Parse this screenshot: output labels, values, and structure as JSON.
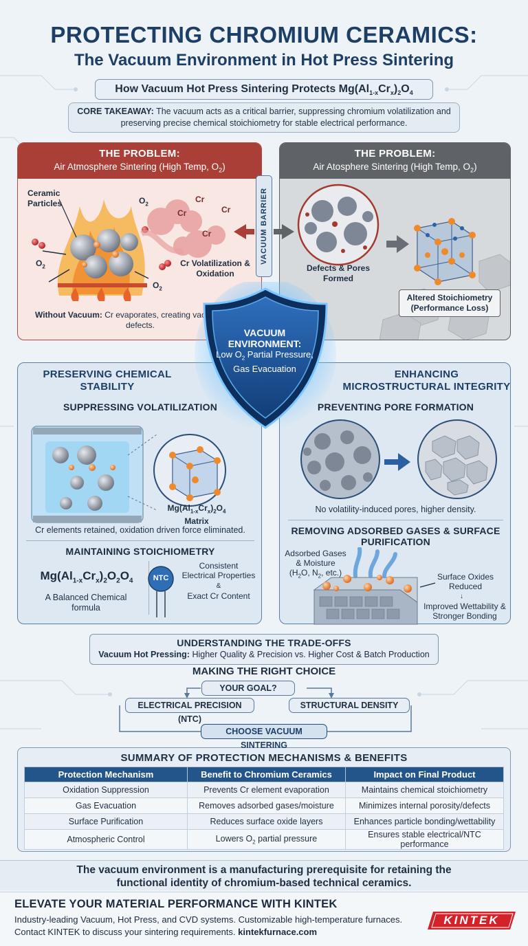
{
  "header": {
    "title": "PROTECTING CHROMIUM CERAMICS:",
    "subtitle": "The Vacuum Environment in Hot Press Sintering",
    "how_prefix": "How Vacuum Hot Press Sintering Protects Mg(Al",
    "how_sub": "1-x",
    "how_mid": "Cr",
    "how_sub2": "x",
    "how_mid2": ")",
    "how_sub3": "2",
    "how_mid3": "O",
    "how_sub4": "4",
    "core_label": "CORE TAKEAWAY:",
    "core_text": "The vacuum acts as a critical barrier, suppressing chromium volatilization and preserving precise chemical stoichiometry for stable electrical performance."
  },
  "problem_left": {
    "title": "THE PROBLEM:",
    "subtitle": "Air Atmosphere Sintering (High Temp, O",
    "subtitle_sub": "2",
    "subtitle_end": ")",
    "ceramic_particles": "Ceramic Particles",
    "o2_a": "O",
    "o2_sub": "2",
    "cr_label": "Cr",
    "volatilization": "Cr Volatilization & Oxidation",
    "without_label": "Without Vacuum:",
    "without_text": "Cr evaporates, creating vacancies and defects."
  },
  "problem_right": {
    "title": "THE PROBLEM:",
    "subtitle": "Air Atosphere Sintering (High Temp, O",
    "subtitle_sub": "2",
    "subtitle_end": ")",
    "defects": "Defects & Pores Formed",
    "altered": "Altered Stoichiometry (Performance Loss)"
  },
  "vacuum_barrier": "VACUUM BARRIER",
  "shield": {
    "line1": "VACUUM ENVIRONMENT:",
    "line2": "Low O",
    "line2_sub": "2",
    "line2_end": " Partial Pressure,",
    "line3": "Gas Evacuation"
  },
  "left_panel": {
    "title": "PRESERVING CHEMICAL STABILITY",
    "section1": "SUPPRESSING VOLATILIZATION",
    "matrix_label": "Mg(Al",
    "matrix_sub": "1-x",
    "matrix_mid": "Cr",
    "matrix_sub2": "x",
    "matrix_end": ")",
    "matrix_sub3": "2",
    "matrix_o": "O",
    "matrix_sub4": "4",
    "matrix_word": "Matrix",
    "retained": "Cr elements retained, oxidation driven force eliminated.",
    "section2": "MAINTAINING STOICHIOMETRY",
    "formula_a": "Mg(Al",
    "formula_sub1": "1-x",
    "formula_b": "Cr",
    "formula_sub2": "x",
    "formula_c": ")",
    "formula_sub3": "2",
    "formula_d": "O",
    "formula_sub4": "2",
    "formula_e": "O",
    "formula_sub5": "4",
    "formula_caption": "A Balanced Chemical formula",
    "ntc": "NTC",
    "consistent": "Consistent Electrical Properties",
    "amp": "&",
    "exact": "Exact Cr Content"
  },
  "right_panel": {
    "title": "ENHANCING MICROSTRUCTURAL INTEGRITY",
    "section1": "PREVENTING PORE FORMATION",
    "no_pores": "No volatility-induced pores, higher density.",
    "section2": "REMOVING ADSORBED GASES & SURFACE PURIFICATION",
    "adsorbed": "Adsorbed Gases & Moisture",
    "adsorbed_formula": "(H",
    "adsorbed_sub": "2",
    "adsorbed_end": "O, N",
    "adsorbed_sub2": "2",
    "adsorbed_end2": ", etc.)",
    "oxides": "Surface Oxides Reduced",
    "wettability": "Improved Wettability & Stronger Bonding"
  },
  "tradeoffs": {
    "title": "UNDERSTANDING THE TRADE-OFFS",
    "label": "Vacuum Hot Pressing:",
    "text": "Higher Quality & Precision vs. Higher Cost & Batch Production"
  },
  "choice": {
    "title": "MAKING THE RIGHT CHOICE",
    "goal": "YOUR GOAL?",
    "option1": "ELECTRICAL PRECISION (NTC)",
    "option2": "STRUCTURAL DENSITY",
    "result": "CHOOSE VACUUM SINTERING"
  },
  "summary": {
    "title": "SUMMARY OF PROTECTION MECHANISMS & BENEFITS",
    "headers": [
      "Protection Mechanism",
      "Benefit to Chromium Ceramics",
      "Impact on Final Product"
    ],
    "rows": [
      [
        "Oxidation Suppression",
        "Prevents Cr element evaporation",
        "Maintains chemical stoichiometry"
      ],
      [
        "Gas Evacuation",
        "Removes adsorbed gases/moisture",
        "Minimizes internal porosity/defects"
      ],
      [
        "Surface Purification",
        "Reduces surface oxide layers",
        "Enhances particle bonding/wettability"
      ],
      [
        "Atmospheric Control",
        "Lowers O",
        "Ensures stable electrical/NTC performance"
      ]
    ],
    "row4_sub": "2",
    "row4_end": " partial pressure"
  },
  "conclusion": {
    "line1": "The vacuum environment is a manufacturing prerequisite for retaining the",
    "line2": "functional identity of chromium-based technical ceramics."
  },
  "footer": {
    "headline": "ELEVATE YOUR MATERIAL PERFORMANCE WITH KINTEK",
    "line1": "Industry-leading Vacuum, Hot Press, and CVD systems. Customizable high-temperature furnaces.",
    "line2_prefix": "Contact KINTEK to discuss your sintering requirements.",
    "line2_link": "kintekfurnace.com",
    "logo": "KINTEK"
  },
  "colors": {
    "title": "#1d3f66",
    "problem_red": "#a93f36",
    "problem_gray": "#5f6267",
    "table_header": "#24558a",
    "shield_blue": "#1a4d8f",
    "logo_red": "#d3232a"
  }
}
